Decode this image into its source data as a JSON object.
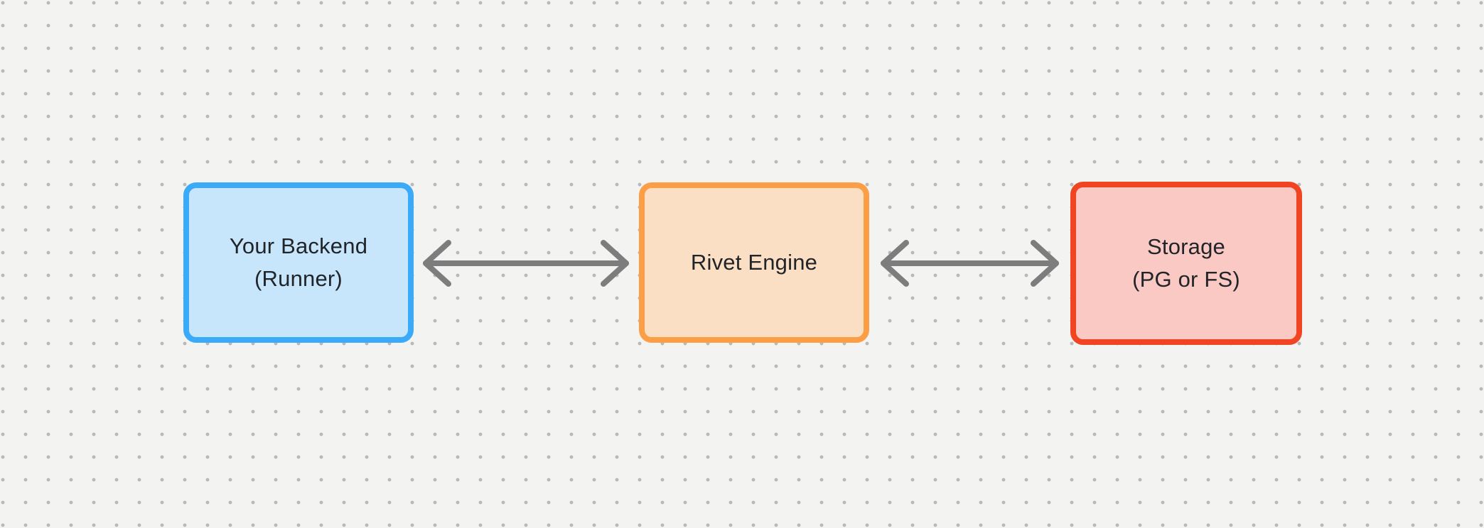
{
  "diagram": {
    "canvas": {
      "background": "#f3f3f2",
      "dot_color": "#b9b9b9",
      "text_color": "#212428"
    },
    "nodes": [
      {
        "id": "your-backend",
        "label_lines": [
          "Your Backend",
          "(Runner)"
        ],
        "fill": "#c7e6fb",
        "border": "#3baaf9"
      },
      {
        "id": "rivet-engine",
        "label_lines": [
          "Rivet Engine"
        ],
        "fill": "#fbdfc5",
        "border": "#fb9e45"
      },
      {
        "id": "storage",
        "label_lines": [
          "Storage",
          "(PG or FS)"
        ],
        "fill": "#fbc9c3",
        "border": "#f04423"
      }
    ],
    "connectors": [
      {
        "from": "your-backend",
        "to": "rivet-engine",
        "type": "double-arrow",
        "color": "#7d7d7d"
      },
      {
        "from": "rivet-engine",
        "to": "storage",
        "type": "double-arrow",
        "color": "#7d7d7d"
      }
    ]
  }
}
